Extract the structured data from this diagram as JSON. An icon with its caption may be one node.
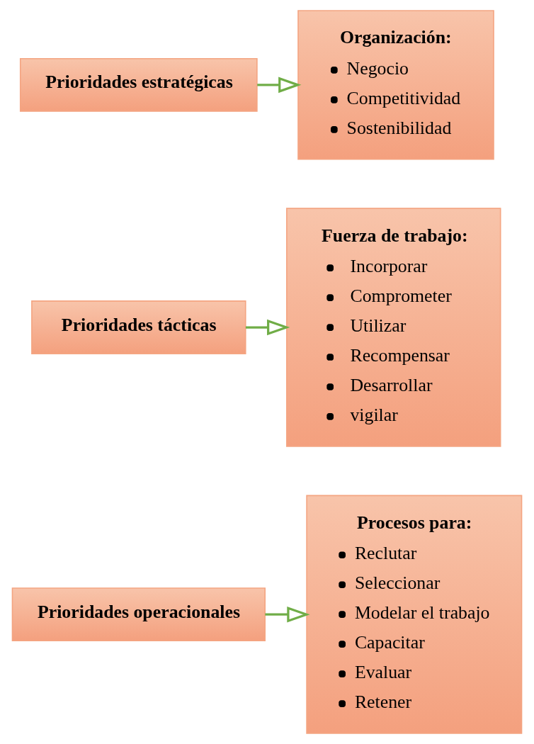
{
  "diagram": {
    "nodes": [
      {
        "text": [
          "Prioridades estratégicas"
        ]
      },
      {
        "text": [
          "Organización:",
          "Negocio",
          "Competitividad",
          "Sostenibilidad"
        ]
      },
      {
        "text": [
          "Prioridades tácticas"
        ]
      },
      {
        "text": [
          "Fuerza de trabajo:",
          "Incorporar",
          "Comprometer",
          "Utilizar",
          "Recompensar",
          "Desarrollar",
          "vigilar"
        ]
      },
      {
        "text": [
          "Prioridades operacionales"
        ]
      },
      {
        "text": [
          "Procesos para:",
          "Reclutar",
          "Seleccionar",
          "Modelar el trabajo",
          "Capacitar",
          "Evaluar",
          "Retener"
        ]
      }
    ],
    "edges": [
      {
        "from": 0,
        "to": 1,
        "arrow": "to"
      },
      {
        "from": 2,
        "to": 3,
        "arrow": "to"
      },
      {
        "from": 4,
        "to": 5,
        "arrow": "to"
      }
    ]
  }
}
